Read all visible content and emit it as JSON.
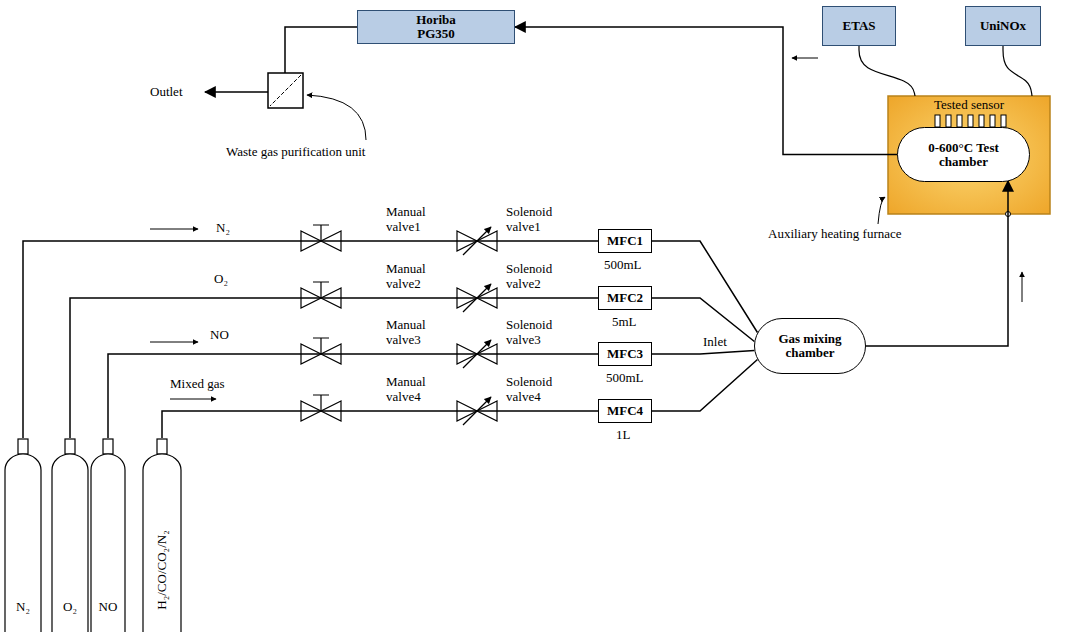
{
  "diagram": {
    "nodes": [
      {
        "text": [
          "Horiba PG350"
        ]
      },
      {
        "text": [
          "ETAS"
        ]
      },
      {
        "text": [
          "UniNOx"
        ]
      },
      {
        "text": [
          "Tested sensor"
        ]
      },
      {
        "text": [
          "0-600°C Test chamber"
        ],
        "in": 3
      },
      {
        "text": [
          "MFC1"
        ]
      },
      {
        "text": [
          "MFC2"
        ]
      },
      {
        "text": [
          "MFC3"
        ]
      },
      {
        "text": [
          "MFC4"
        ]
      },
      {
        "text": [
          "Gas mixing chamber"
        ]
      },
      {
        "text": [
          "N₂"
        ]
      },
      {
        "text": [
          "O₂"
        ]
      },
      {
        "text": [
          "NO"
        ]
      },
      {
        "text": [
          "H₂/CO/CO₂/N₂"
        ]
      }
    ],
    "edges": [
      {
        "from": 10,
        "to": 5,
        "arrow": "none"
      },
      {
        "from": 11,
        "to": 6,
        "arrow": "none"
      },
      {
        "from": 12,
        "to": 7,
        "arrow": "none"
      },
      {
        "from": 13,
        "to": 8,
        "arrow": "none"
      },
      {
        "from": 5,
        "to": 9,
        "arrow": "none"
      },
      {
        "from": 6,
        "to": 9,
        "arrow": "none"
      },
      {
        "from": 7,
        "to": 9,
        "arrow": "none"
      },
      {
        "from": 8,
        "to": 9,
        "arrow": "none"
      },
      {
        "from": 9,
        "to": 4,
        "arrow": "to"
      },
      {
        "from": 4,
        "to": 0,
        "arrow": "to"
      },
      {
        "from": 1,
        "to": 3,
        "arrow": "none"
      },
      {
        "from": 2,
        "to": 3,
        "arrow": "none"
      }
    ],
    "labels": [
      "Outlet",
      "Waste gas purification unit",
      "Auxiliary heating furnace",
      "N₂",
      "Manual valve1",
      "Solenoid valve1",
      "O₂",
      "Manual valve2",
      "Solenoid valve2",
      "500mL",
      "NO",
      "Manual valve3",
      "Solenoid valve3",
      "5mL",
      "Inlet",
      "500mL",
      "Mixed gas",
      "Manual valve4",
      "Solenoid valve4",
      "1L"
    ]
  }
}
